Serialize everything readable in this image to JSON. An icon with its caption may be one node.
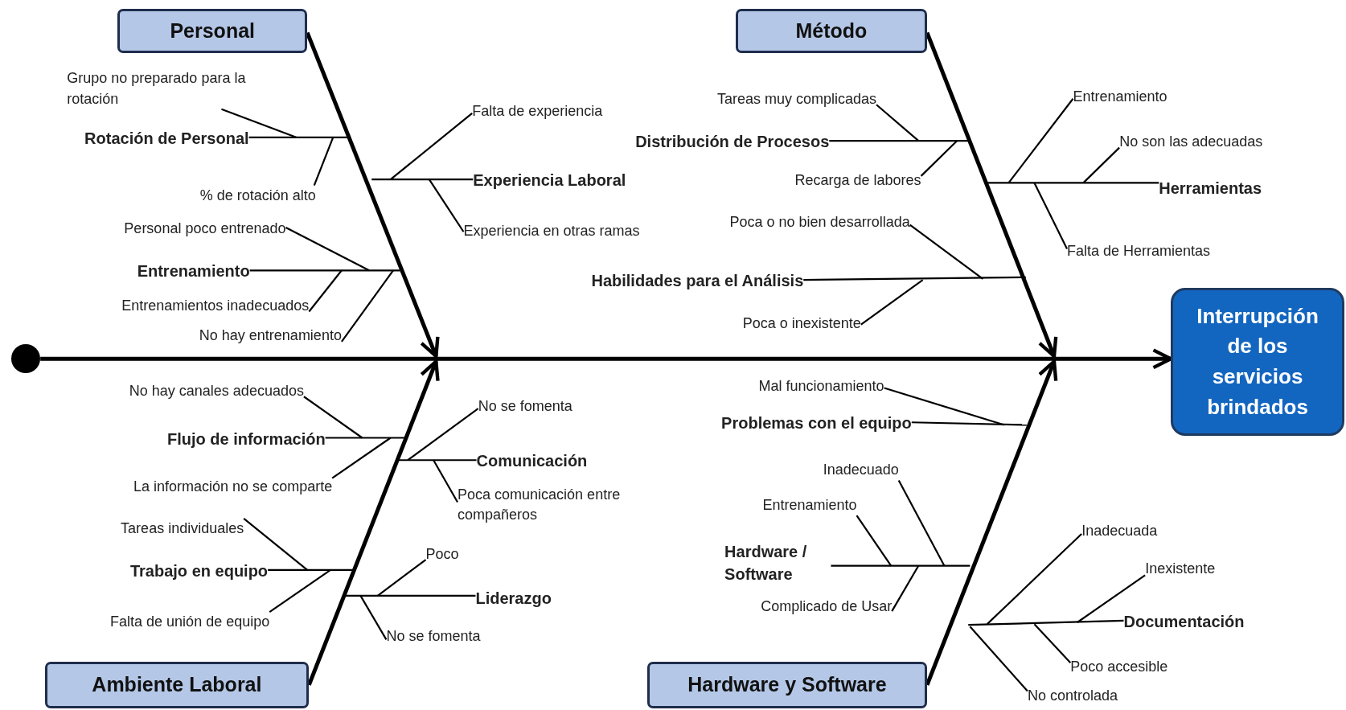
{
  "diagram": {
    "nodes": [
      {
        "text": [
          "Personal"
        ]
      },
      {
        "text": [
          "Método"
        ]
      },
      {
        "text": [
          "Ambiente Laboral"
        ]
      },
      {
        "text": [
          "Hardware y Software"
        ]
      },
      {
        "text": [],
        "shape": "circle"
      },
      {
        "text": [
          "Interrupción de los servicios brindados"
        ]
      },
      {
        "text": [
          "Grupo no preparado para la rotación"
        ]
      },
      {
        "text": [
          "Rotación de Personal"
        ]
      },
      {
        "text": [
          "% de rotación alto"
        ]
      },
      {
        "text": [
          "Falta de experiencia"
        ]
      },
      {
        "text": [
          "Experiencia Laboral"
        ]
      },
      {
        "text": [
          "Experiencia en otras ramas"
        ]
      },
      {
        "text": [
          "Personal poco entrenado"
        ]
      },
      {
        "text": [
          "Entrenamiento"
        ]
      },
      {
        "text": [
          "Entrenamientos inadecuados"
        ]
      },
      {
        "text": [
          "No hay entrenamiento"
        ]
      },
      {
        "text": [
          "Tareas muy complicadas"
        ]
      },
      {
        "text": [
          "Distribución de Procesos"
        ]
      },
      {
        "text": [
          "Recarga de labores"
        ]
      },
      {
        "text": [
          "Entrenamiento"
        ]
      },
      {
        "text": [
          "No son las adecuadas"
        ]
      },
      {
        "text": [
          "Herramientas"
        ]
      },
      {
        "text": [
          "Falta de Herramientas"
        ]
      },
      {
        "text": [
          "Poca o no bien desarrollada"
        ]
      },
      {
        "text": [
          "Habilidades para el Análisis"
        ]
      },
      {
        "text": [
          "Poca o inexistente"
        ]
      },
      {
        "text": [
          "No hay canales adecuados"
        ]
      },
      {
        "text": [
          "Flujo de información"
        ]
      },
      {
        "text": [
          "La información no se comparte"
        ]
      },
      {
        "text": [
          "No se fomenta"
        ]
      },
      {
        "text": [
          "Comunicación"
        ]
      },
      {
        "text": [
          "Poca comunicación entre compañeros"
        ]
      },
      {
        "text": [
          "Tareas individuales"
        ]
      },
      {
        "text": [
          "Trabajo en equipo"
        ]
      },
      {
        "text": [
          "Falta de unión de equipo"
        ]
      },
      {
        "text": [
          "Poco"
        ]
      },
      {
        "text": [
          "Liderazgo"
        ]
      },
      {
        "text": [
          "No se fomenta"
        ]
      },
      {
        "text": [
          "Mal funcionamiento"
        ]
      },
      {
        "text": [
          "Problemas con el equipo"
        ]
      },
      {
        "text": [
          "Inadecuado"
        ]
      },
      {
        "text": [
          "Entrenamiento"
        ]
      },
      {
        "text": [
          "Hardware / Software"
        ]
      },
      {
        "text": [
          "Complicado de Usar"
        ]
      },
      {
        "text": [
          "Inadecuada"
        ]
      },
      {
        "text": [
          "Inexistente"
        ]
      },
      {
        "text": [
          "Documentación"
        ]
      },
      {
        "text": [
          "Poco accesible"
        ]
      },
      {
        "text": [
          "No controlada"
        ]
      }
    ],
    "edges": [
      {
        "from": 4,
        "to": 5,
        "arrow": "to",
        "style": "thick"
      },
      {
        "from": 0,
        "to": null,
        "arrow": "to",
        "style": "thick"
      },
      {
        "from": 1,
        "to": null,
        "arrow": "to",
        "style": "thick"
      },
      {
        "from": 2,
        "to": null,
        "arrow": "to",
        "style": "thick"
      },
      {
        "from": 3,
        "to": null,
        "arrow": "to",
        "style": "thick"
      },
      {
        "from": 7,
        "to": null,
        "arrow": "none"
      },
      {
        "from": 6,
        "to": null,
        "arrow": "none"
      },
      {
        "from": 8,
        "to": null,
        "arrow": "none"
      },
      {
        "from": 10,
        "to": null,
        "arrow": "none"
      },
      {
        "from": 9,
        "to": null,
        "arrow": "none"
      },
      {
        "from": 11,
        "to": null,
        "arrow": "none"
      },
      {
        "from": 13,
        "to": null,
        "arrow": "none"
      },
      {
        "from": 12,
        "to": null,
        "arrow": "none"
      },
      {
        "from": 14,
        "to": null,
        "arrow": "none"
      },
      {
        "from": 15,
        "to": null,
        "arrow": "none"
      },
      {
        "from": 17,
        "to": null,
        "arrow": "none"
      },
      {
        "from": 16,
        "to": null,
        "arrow": "none"
      },
      {
        "from": 18,
        "to": null,
        "arrow": "none"
      },
      {
        "from": 21,
        "to": null,
        "arrow": "none"
      },
      {
        "from": 19,
        "to": null,
        "arrow": "none"
      },
      {
        "from": 20,
        "to": null,
        "arrow": "none"
      },
      {
        "from": 22,
        "to": null,
        "arrow": "none"
      },
      {
        "from": 24,
        "to": null,
        "arrow": "none"
      },
      {
        "from": 23,
        "to": null,
        "arrow": "none"
      },
      {
        "from": 25,
        "to": null,
        "arrow": "none"
      },
      {
        "from": 27,
        "to": null,
        "arrow": "none"
      },
      {
        "from": 26,
        "to": null,
        "arrow": "none"
      },
      {
        "from": 28,
        "to": null,
        "arrow": "none"
      },
      {
        "from": 30,
        "to": null,
        "arrow": "none"
      },
      {
        "from": 29,
        "to": null,
        "arrow": "none"
      },
      {
        "from": 31,
        "to": null,
        "arrow": "none"
      },
      {
        "from": 33,
        "to": null,
        "arrow": "none"
      },
      {
        "from": 32,
        "to": null,
        "arrow": "none"
      },
      {
        "from": 34,
        "to": null,
        "arrow": "none"
      },
      {
        "from": 36,
        "to": null,
        "arrow": "none"
      },
      {
        "from": 35,
        "to": null,
        "arrow": "none"
      },
      {
        "from": 37,
        "to": null,
        "arrow": "none"
      },
      {
        "from": 39,
        "to": null,
        "arrow": "none"
      },
      {
        "from": 38,
        "to": null,
        "arrow": "none"
      },
      {
        "from": 42,
        "to": null,
        "arrow": "none"
      },
      {
        "from": 40,
        "to": null,
        "arrow": "none"
      },
      {
        "from": 41,
        "to": null,
        "arrow": "none"
      },
      {
        "from": 43,
        "to": null,
        "arrow": "none"
      },
      {
        "from": 46,
        "to": null,
        "arrow": "none"
      },
      {
        "from": 44,
        "to": null,
        "arrow": "none"
      },
      {
        "from": 45,
        "to": null,
        "arrow": "none"
      },
      {
        "from": 47,
        "to": null,
        "arrow": "none"
      },
      {
        "from": 48,
        "to": null,
        "arrow": "none"
      }
    ]
  }
}
